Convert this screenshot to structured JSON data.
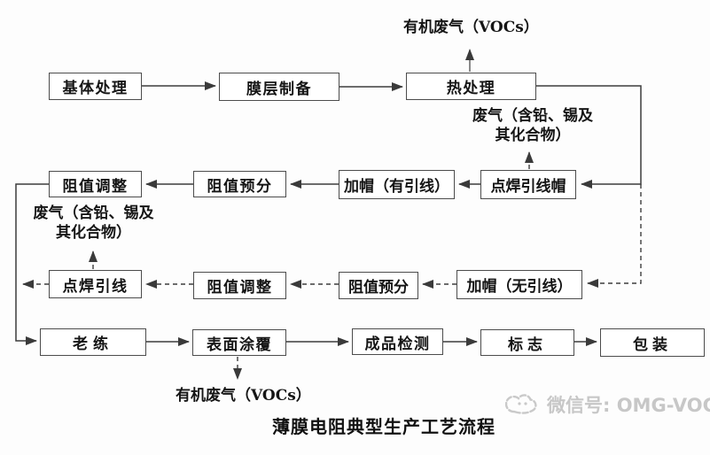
{
  "diagram": {
    "title": "薄膜电阻典型生产工艺流程",
    "watermark_label": "微信号: OMG-VOCs"
  },
  "nodes": {
    "row1": [
      {
        "label": "基体处理"
      },
      {
        "label": "膜层制备"
      },
      {
        "label": "热处理"
      }
    ],
    "row2": [
      {
        "label": "阻值调整"
      },
      {
        "label": "阻值预分"
      },
      {
        "label": "加帽（有引线）"
      },
      {
        "label": "点焊引线帽"
      }
    ],
    "row3": [
      {
        "label": "点焊引线"
      },
      {
        "label": "阻值调整"
      },
      {
        "label": "阻值预分"
      },
      {
        "label": "加帽（无引线）"
      }
    ],
    "row4": [
      {
        "label": "老练"
      },
      {
        "label": "表面涂覆"
      },
      {
        "label": "成品检测"
      },
      {
        "label": "标志"
      },
      {
        "label": "包装"
      }
    ]
  },
  "emissions": {
    "heat_vocs": "有机废气（VOCs）",
    "cap_weld": {
      "line1": "废气（含铅、锡及",
      "line2": "其化合物）"
    },
    "lead_weld": {
      "line1": "废气（含铅、锡及",
      "line2": "其化合物）"
    },
    "coating_vocs": "有机废气（VOCs）"
  },
  "colors": {
    "line": "#3d3d3d",
    "box_border": "#4c4c4c",
    "text": "#151515",
    "watermark": "#c7c7c7",
    "background": "#fdfdfd"
  }
}
